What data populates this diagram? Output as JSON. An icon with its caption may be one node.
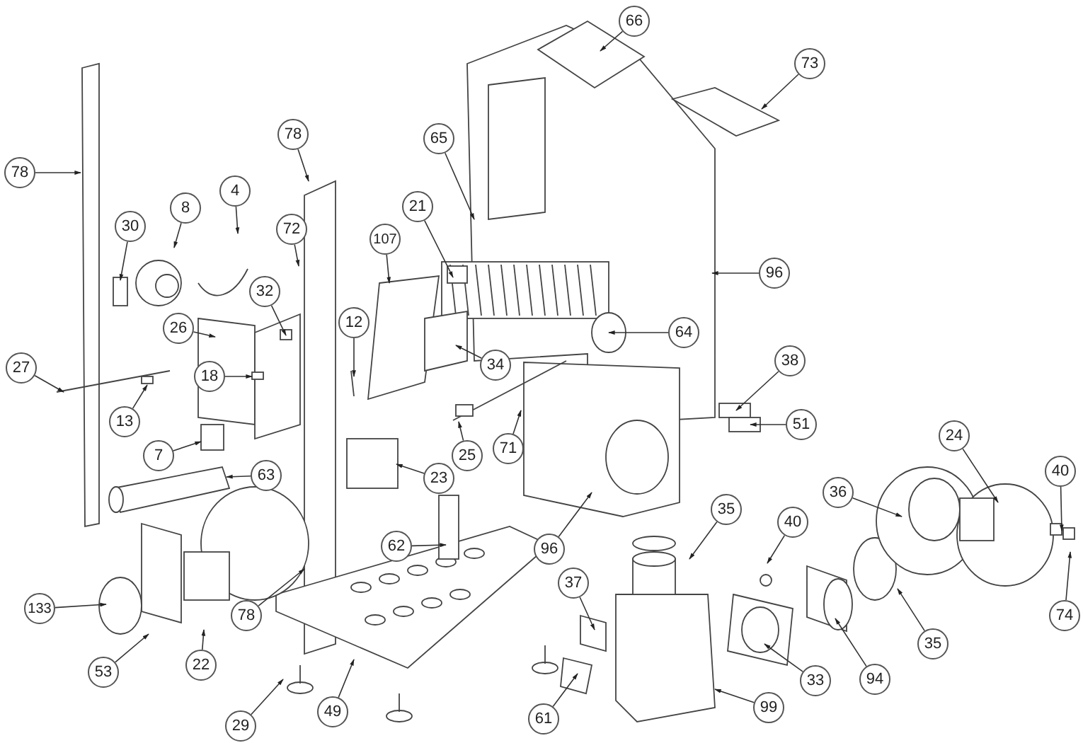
{
  "diagram": {
    "nodes": [
      {
        "text": [
          "66"
        ]
      },
      {
        "text": [
          "73"
        ]
      },
      {
        "text": [
          "78"
        ]
      },
      {
        "text": [
          "65"
        ]
      },
      {
        "text": [
          "78"
        ]
      },
      {
        "text": [
          "4"
        ]
      },
      {
        "text": [
          "8"
        ]
      },
      {
        "text": [
          "30"
        ]
      },
      {
        "text": [
          "21"
        ]
      },
      {
        "text": [
          "107"
        ]
      },
      {
        "text": [
          "72"
        ]
      },
      {
        "text": [
          "96"
        ]
      },
      {
        "text": [
          "32"
        ]
      },
      {
        "text": [
          "26"
        ]
      },
      {
        "text": [
          "64"
        ]
      },
      {
        "text": [
          "12"
        ]
      },
      {
        "text": [
          "34"
        ]
      },
      {
        "text": [
          "38"
        ]
      },
      {
        "text": [
          "27"
        ]
      },
      {
        "text": [
          "13"
        ]
      },
      {
        "text": [
          "18"
        ]
      },
      {
        "text": [
          "51"
        ]
      },
      {
        "text": [
          "25"
        ]
      },
      {
        "text": [
          "71"
        ]
      },
      {
        "text": [
          "7"
        ]
      },
      {
        "text": [
          "63"
        ]
      },
      {
        "text": [
          "23"
        ]
      },
      {
        "text": [
          "96"
        ]
      },
      {
        "text": [
          "24"
        ]
      },
      {
        "text": [
          "36"
        ]
      },
      {
        "text": [
          "40"
        ]
      },
      {
        "text": [
          "40"
        ]
      },
      {
        "text": [
          "35"
        ]
      },
      {
        "text": [
          "62"
        ]
      },
      {
        "text": [
          "133"
        ]
      },
      {
        "text": [
          "78"
        ]
      },
      {
        "text": [
          "37"
        ]
      },
      {
        "text": [
          "94"
        ]
      },
      {
        "text": [
          "35"
        ]
      },
      {
        "text": [
          "74"
        ]
      },
      {
        "text": [
          "22"
        ]
      },
      {
        "text": [
          "53"
        ]
      },
      {
        "text": [
          "29"
        ]
      },
      {
        "text": [
          "49"
        ]
      },
      {
        "text": [
          "61"
        ]
      },
      {
        "text": [
          "33"
        ]
      },
      {
        "text": [
          "99"
        ]
      }
    ],
    "edges": [
      {
        "from": 0,
        "to": null,
        "arrow": "to"
      },
      {
        "from": 1,
        "to": null,
        "arrow": "to"
      },
      {
        "from": 2,
        "to": null,
        "arrow": "to"
      },
      {
        "from": 3,
        "to": null,
        "arrow": "to"
      },
      {
        "from": 4,
        "to": null,
        "arrow": "to"
      },
      {
        "from": 5,
        "to": null,
        "arrow": "to"
      },
      {
        "from": 6,
        "to": null,
        "arrow": "to"
      },
      {
        "from": 7,
        "to": null,
        "arrow": "to"
      },
      {
        "from": 8,
        "to": null,
        "arrow": "to"
      },
      {
        "from": 9,
        "to": null,
        "arrow": "to"
      },
      {
        "from": 10,
        "to": null,
        "arrow": "to"
      },
      {
        "from": 11,
        "to": null,
        "arrow": "to"
      },
      {
        "from": 12,
        "to": null,
        "arrow": "to"
      },
      {
        "from": 13,
        "to": null,
        "arrow": "to"
      },
      {
        "from": 14,
        "to": null,
        "arrow": "to"
      },
      {
        "from": 15,
        "to": null,
        "arrow": "to"
      },
      {
        "from": 16,
        "to": null,
        "arrow": "to"
      },
      {
        "from": 17,
        "to": null,
        "arrow": "to"
      },
      {
        "from": 18,
        "to": null,
        "arrow": "to"
      },
      {
        "from": 19,
        "to": null,
        "arrow": "to"
      },
      {
        "from": 20,
        "to": null,
        "arrow": "to"
      },
      {
        "from": 21,
        "to": null,
        "arrow": "to"
      },
      {
        "from": 22,
        "to": null,
        "arrow": "to"
      },
      {
        "from": 23,
        "to": null,
        "arrow": "to"
      },
      {
        "from": 24,
        "to": null,
        "arrow": "to"
      },
      {
        "from": 25,
        "to": null,
        "arrow": "to"
      },
      {
        "from": 26,
        "to": null,
        "arrow": "to"
      },
      {
        "from": 27,
        "to": null,
        "arrow": "to"
      },
      {
        "from": 28,
        "to": null,
        "arrow": "to"
      },
      {
        "from": 29,
        "to": null,
        "arrow": "to"
      },
      {
        "from": 30,
        "to": null,
        "arrow": "to"
      },
      {
        "from": 31,
        "to": null,
        "arrow": "to"
      },
      {
        "from": 32,
        "to": null,
        "arrow": "to"
      },
      {
        "from": 33,
        "to": null,
        "arrow": "to"
      },
      {
        "from": 34,
        "to": null,
        "arrow": "to"
      },
      {
        "from": 35,
        "to": null,
        "arrow": "to"
      },
      {
        "from": 36,
        "to": null,
        "arrow": "to"
      },
      {
        "from": 37,
        "to": null,
        "arrow": "to"
      },
      {
        "from": 38,
        "to": null,
        "arrow": "to"
      },
      {
        "from": 39,
        "to": null,
        "arrow": "to"
      },
      {
        "from": 40,
        "to": null,
        "arrow": "to"
      },
      {
        "from": 41,
        "to": null,
        "arrow": "to"
      },
      {
        "from": 42,
        "to": null,
        "arrow": "to"
      },
      {
        "from": 43,
        "to": null,
        "arrow": "to"
      },
      {
        "from": 44,
        "to": null,
        "arrow": "to"
      },
      {
        "from": 45,
        "to": null,
        "arrow": "to"
      },
      {
        "from": 46,
        "to": null,
        "arrow": "to"
      }
    ]
  }
}
